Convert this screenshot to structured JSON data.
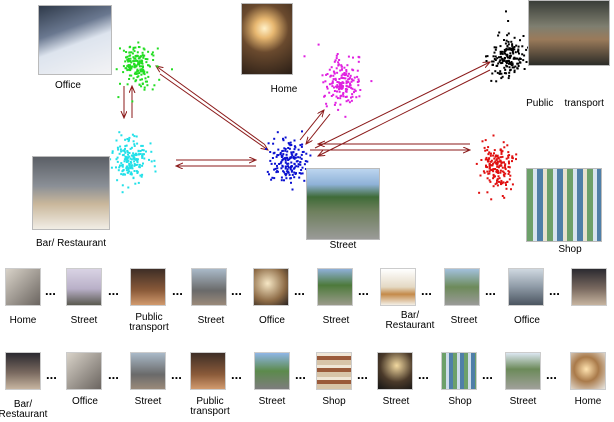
{
  "labels": {
    "office": "Office",
    "home": "Home",
    "public_transport": "Public    transport",
    "bar_restaurant": "Bar/ Restaurant",
    "street": "Street",
    "shop": "Shop"
  },
  "clusters": [
    {
      "name": "office",
      "color": "#22dd22"
    },
    {
      "name": "home",
      "color": "#e020e0"
    },
    {
      "name": "public_transport",
      "color": "#000000"
    },
    {
      "name": "bar_restaurant",
      "color": "#22e0e8"
    },
    {
      "name": "street",
      "color": "#0a10d0"
    },
    {
      "name": "shop",
      "color": "#e01010"
    }
  ],
  "sequences": [
    {
      "items": [
        "Home",
        "Street",
        "Public\ntransport",
        "Street",
        "Office",
        "Street",
        "Bar/\nRestaurant",
        "Street",
        "Office",
        ""
      ]
    },
    {
      "items": [
        "Bar/\nRestaurant",
        "Office",
        "Street",
        "Public\ntransport",
        "Street",
        "Shop",
        "Street",
        "Shop",
        "Street",
        "Home"
      ]
    }
  ],
  "separator": "...",
  "colors": {
    "arrow": "#8b1a1a"
  }
}
